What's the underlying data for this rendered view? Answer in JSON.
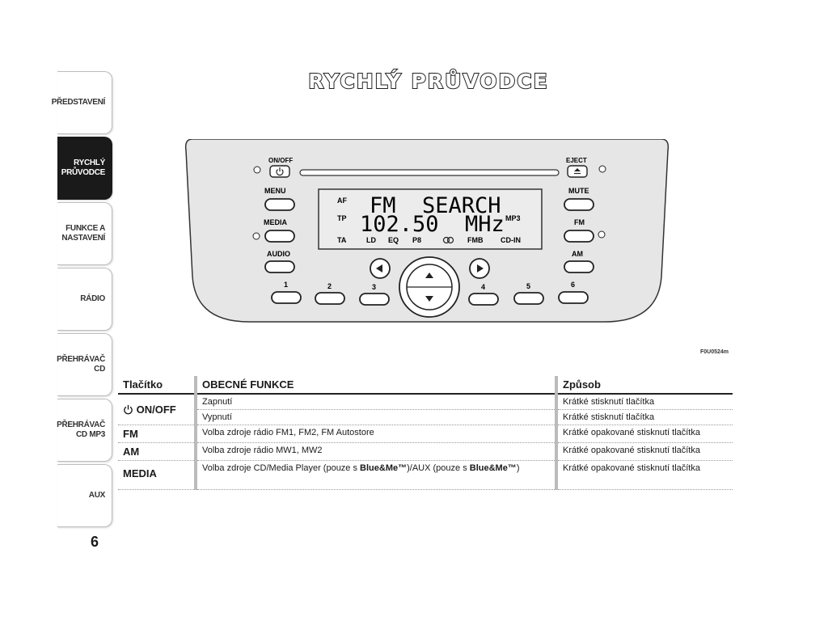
{
  "title": "RYCHLÝ PRŮVODCE",
  "sidebar": {
    "tabs": [
      {
        "label": "PŘEDSTAVENÍ",
        "active": false
      },
      {
        "label": "RYCHLÝ PRŮVODCE",
        "active": true
      },
      {
        "label": "FUNKCE A NASTAVENÍ",
        "active": false
      },
      {
        "label": "RÁDIO",
        "active": false
      },
      {
        "label": "PŘEHRÁVAČ CD",
        "active": false
      },
      {
        "label": "PŘEHRÁVAČ CD MP3",
        "active": false
      },
      {
        "label": "AUX",
        "active": false
      }
    ]
  },
  "page_number": "6",
  "radio": {
    "buttons": {
      "on_off": "ON/OFF",
      "eject": "EJECT",
      "menu": "MENU",
      "mute": "MUTE",
      "media": "MEDIA",
      "fm": "FM",
      "audio": "AUDIO",
      "am": "AM",
      "presets": [
        "1",
        "2",
        "3",
        "4",
        "5",
        "6"
      ]
    },
    "display": {
      "line1": "FM  SEARCH",
      "line2": "102.50  MHz",
      "left_indicators": [
        "AF",
        "TP",
        "TA"
      ],
      "mp3": "MP3",
      "bottom_indicators": [
        "LD",
        "EQ",
        "P8",
        "FMB",
        "CD-IN"
      ]
    }
  },
  "figure_code": "F0U0524m",
  "table": {
    "headers": {
      "button": "Tlačítko",
      "function": "OBECNÉ FUNKCE",
      "method": "Způsob"
    },
    "on_off_label": "ON/OFF",
    "fm_label": "FM",
    "am_label": "AM",
    "media_label": "MEDIA",
    "rows": {
      "on": {
        "function": "Zapnutí",
        "method": "Krátké stisknutí tlačítka"
      },
      "off": {
        "function": "Vypnutí",
        "method": "Krátké stisknutí tlačítka"
      },
      "fm": {
        "function": "Volba zdroje rádio FM1, FM2, FM Autostore",
        "method": "Krátké opakované stisknutí tlačítka"
      },
      "am": {
        "function": "Volba zdroje rádio MW1, MW2",
        "method": "Krátké opakované stisknutí tlačítka"
      },
      "media": {
        "function_part1": "Volba zdroje CD/Media Player (pouze s ",
        "function_brand1": "Blue&Me™",
        "function_part2": ")/AUX (pouze s ",
        "function_brand2": "Blue&Me™",
        "function_part3": ")",
        "method": "Krátké opakované stisknutí tlačítka"
      }
    }
  },
  "colors": {
    "panel": "#e6e6e6",
    "lcd": "#ececec",
    "active_tab": "#1a1a1a"
  }
}
